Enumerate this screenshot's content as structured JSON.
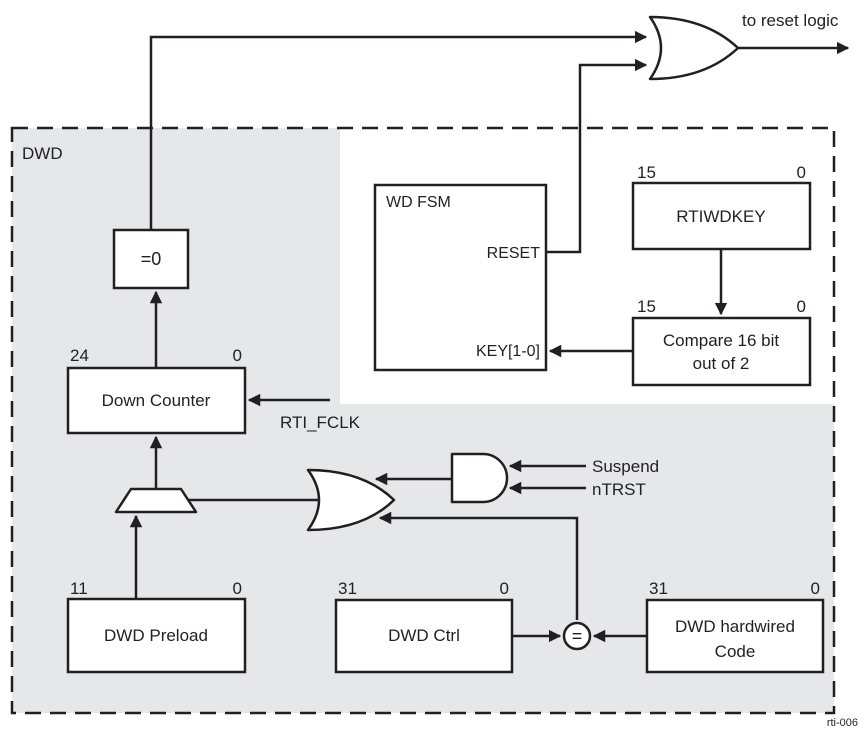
{
  "labels": {
    "reset_logic": "to reset logic",
    "dwd": "DWD",
    "wd_fsm": "WD FSM",
    "reset_port": "RESET",
    "key_port": "KEY[1-0]",
    "eq_zero": "=0",
    "down_counter": "Down Counter",
    "rti_fclk": "RTI_FCLK",
    "rtiwdkey": "RTIWDKEY",
    "compare_line1": "Compare 16 bit",
    "compare_line2": "out of 2",
    "suspend": "Suspend",
    "ntrst": "nTRST",
    "dwd_preload": "DWD Preload",
    "dwd_ctrl": "DWD Ctrl",
    "hardwired_line1": "DWD hardwired",
    "hardwired_line2": "Code",
    "equal_sign": "=",
    "fig_id": "rti-006"
  },
  "bit_ranges": {
    "down_counter": {
      "msb": "24",
      "lsb": "0"
    },
    "rtiwdkey": {
      "msb": "15",
      "lsb": "0"
    },
    "compare": {
      "msb": "15",
      "lsb": "0"
    },
    "dwd_preload": {
      "msb": "11",
      "lsb": "0"
    },
    "dwd_ctrl": {
      "msb": "31",
      "lsb": "0"
    },
    "hardwired": {
      "msb": "31",
      "lsb": "0"
    }
  },
  "colors": {
    "ink": "#231f20",
    "region_fill": "#e6e7e8",
    "background": "#ffffff"
  }
}
